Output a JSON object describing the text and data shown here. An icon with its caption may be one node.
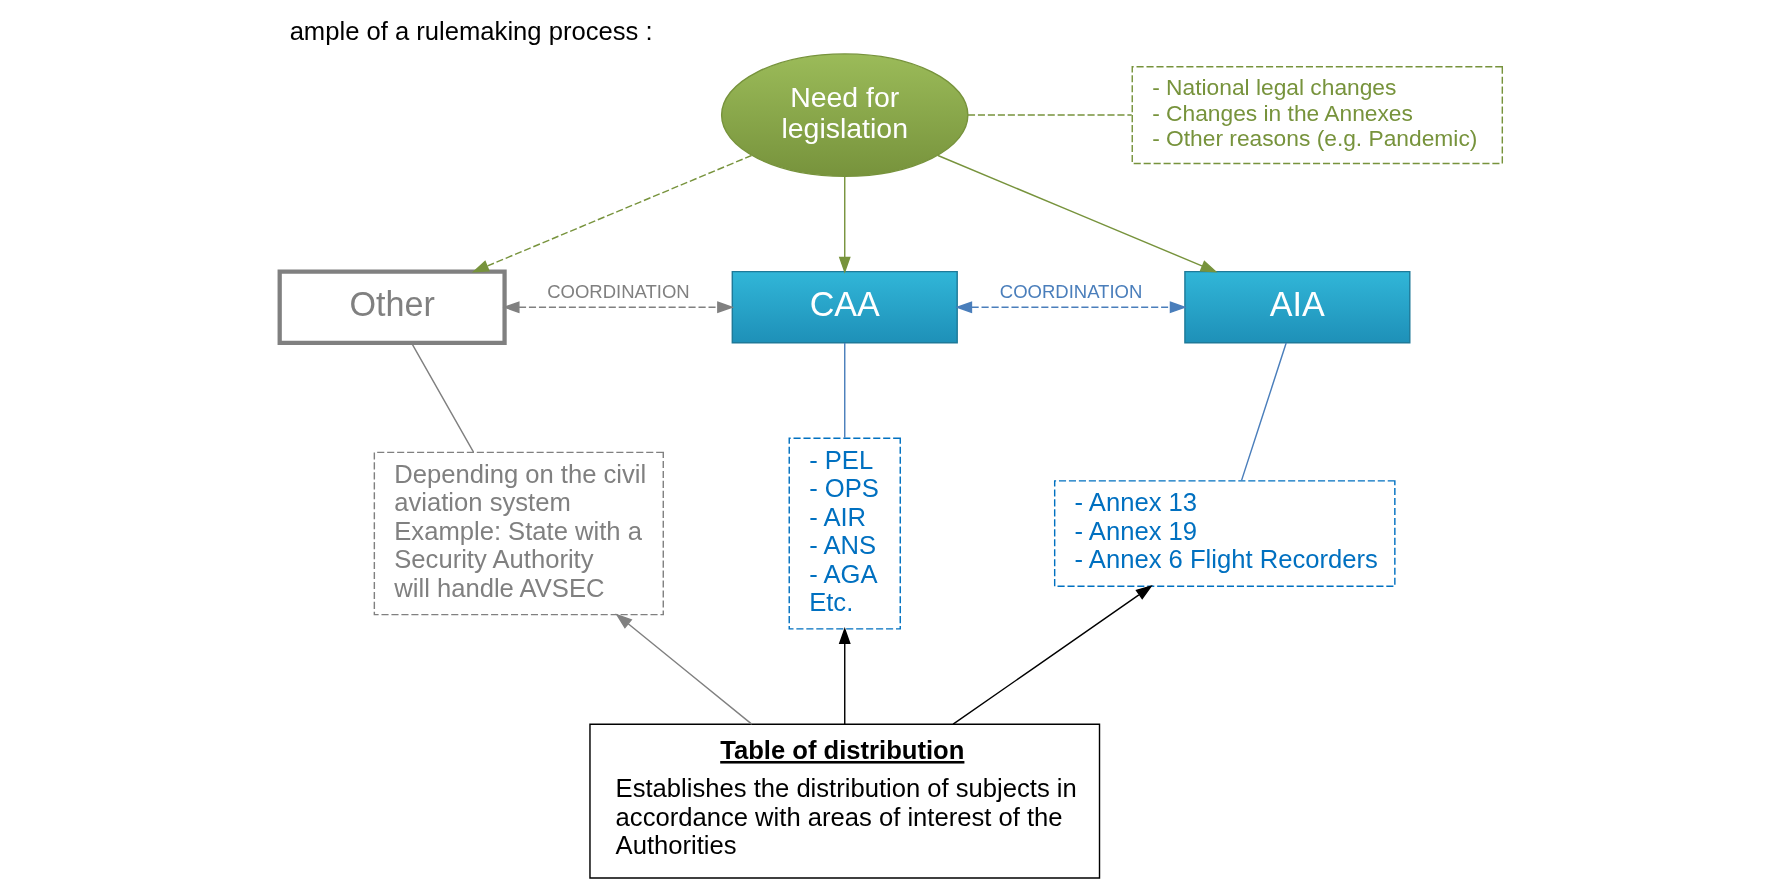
{
  "diagram": {
    "title": "ample of a rulemaking process :",
    "nodes": [
      {
        "text": [
          "Need for legislation"
        ]
      },
      {
        "text": [
          "- National legal changes",
          "- Changes in the Annexes",
          "- Other reasons (e.g. Pandemic)"
        ]
      },
      {
        "text": [
          "Other"
        ]
      },
      {
        "text": [
          "CAA"
        ]
      },
      {
        "text": [
          "AIA"
        ]
      },
      {
        "text": [
          "Depending on the civil aviation system Example: State with a Security Authority will handle AVSEC"
        ]
      },
      {
        "text": [
          "- PEL",
          "- OPS",
          "- AIR",
          "- ANS",
          "- AGA",
          "Etc."
        ]
      },
      {
        "text": [
          "- Annex 13",
          "- Annex 19",
          "- Annex 6 Flight Recorders"
        ]
      },
      {
        "text": [
          "Table of distribution",
          "Establishes the distribution of subjects in accordance with areas of interest of the Authorities"
        ]
      }
    ],
    "edges": [
      {
        "from": 0,
        "to": 1,
        "arrow": "none",
        "style": "dashed",
        "color": "#77933c"
      },
      {
        "from": 0,
        "to": 2,
        "arrow": "to",
        "style": "dashed",
        "color": "#77933c"
      },
      {
        "from": 0,
        "to": 3,
        "arrow": "to",
        "color": "#77933c"
      },
      {
        "from": 0,
        "to": 4,
        "arrow": "to",
        "color": "#77933c"
      },
      {
        "from": 2,
        "to": 3,
        "arrow": "both",
        "style": "dashed",
        "label": "COORDINATION",
        "color": "#808080"
      },
      {
        "from": 3,
        "to": 4,
        "arrow": "both",
        "style": "dashed",
        "label": "COORDINATION",
        "color": "#4a7ebb"
      },
      {
        "from": 2,
        "to": 5,
        "arrow": "none",
        "color": "#808080"
      },
      {
        "from": 3,
        "to": 6,
        "arrow": "none",
        "color": "#4a7ebb"
      },
      {
        "from": 4,
        "to": 7,
        "arrow": "none",
        "color": "#4a7ebb"
      },
      {
        "from": 8,
        "to": 6,
        "arrow": "to",
        "color": "#000000"
      },
      {
        "from": 8,
        "to": 7,
        "arrow": "to",
        "color": "#000000"
      },
      {
        "from": 8,
        "to": 5,
        "arrow": "to",
        "color": "#808080"
      }
    ]
  }
}
